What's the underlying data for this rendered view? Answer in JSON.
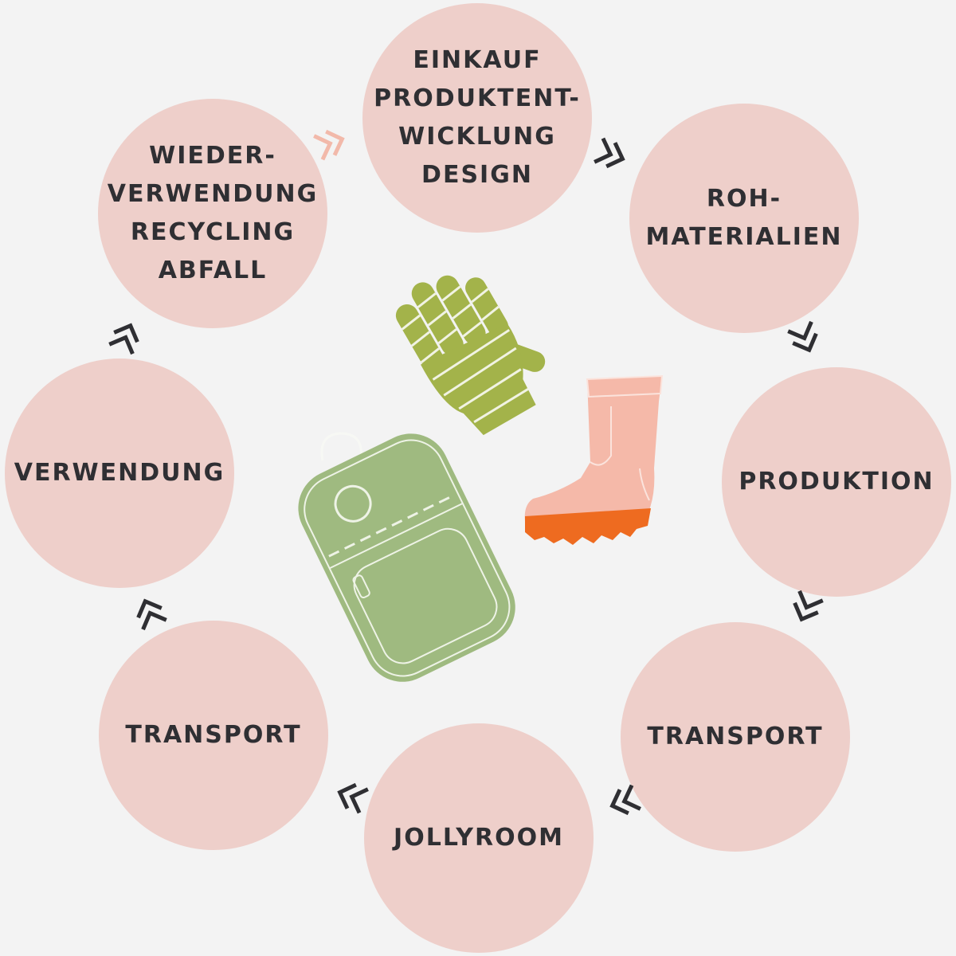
{
  "diagram": {
    "nodes": [
      {
        "id": "einkauf",
        "lines": [
          "EINKAUF",
          "PRODUKTENT-",
          "WICKLUNG",
          "DESIGN"
        ]
      },
      {
        "id": "rohmaterialien",
        "lines": [
          "ROH-",
          "MATERIALIEN"
        ]
      },
      {
        "id": "produktion",
        "lines": [
          "PRODUKTION"
        ]
      },
      {
        "id": "transport-right",
        "lines": [
          "TRANSPORT"
        ]
      },
      {
        "id": "jollyroom",
        "lines": [
          "JOLLYROOM"
        ]
      },
      {
        "id": "transport-left",
        "lines": [
          "TRANSPORT"
        ]
      },
      {
        "id": "verwendung",
        "lines": [
          "VERWENDUNG"
        ]
      },
      {
        "id": "wiederverwendung",
        "lines": [
          "WIEDER-",
          "VERWENDUNG",
          "RECYCLING",
          "ABFALL"
        ]
      }
    ],
    "connectors": [
      {
        "from": "wiederverwendung",
        "to": "einkauf",
        "icon": "double-chevron-icon",
        "color": "#f2b9aa"
      },
      {
        "from": "einkauf",
        "to": "rohmaterialien",
        "icon": "double-chevron-icon",
        "color": "#2f2f33"
      },
      {
        "from": "rohmaterialien",
        "to": "produktion",
        "icon": "double-chevron-icon",
        "color": "#2f2f33"
      },
      {
        "from": "produktion",
        "to": "transport-right",
        "icon": "double-chevron-icon",
        "color": "#2f2f33"
      },
      {
        "from": "transport-right",
        "to": "jollyroom",
        "icon": "double-chevron-icon",
        "color": "#2f2f33"
      },
      {
        "from": "jollyroom",
        "to": "transport-left",
        "icon": "double-chevron-icon",
        "color": "#2f2f33"
      },
      {
        "from": "transport-left",
        "to": "verwendung",
        "icon": "double-chevron-icon",
        "color": "#2f2f33"
      },
      {
        "from": "verwendung",
        "to": "wiederverwendung",
        "icon": "double-chevron-icon",
        "color": "#2f2f33"
      }
    ],
    "illustrations": [
      {
        "name": "glove-icon",
        "color": "#a3b34a"
      },
      {
        "name": "rain-boot-icon",
        "color": "#f5b9a9",
        "sole_color": "#ee6b20"
      },
      {
        "name": "backpack-icon",
        "color": "#9fba80"
      }
    ],
    "colors": {
      "background": "#f3f3f3",
      "circle": "#eecfca",
      "text": "#2f2f33"
    }
  }
}
